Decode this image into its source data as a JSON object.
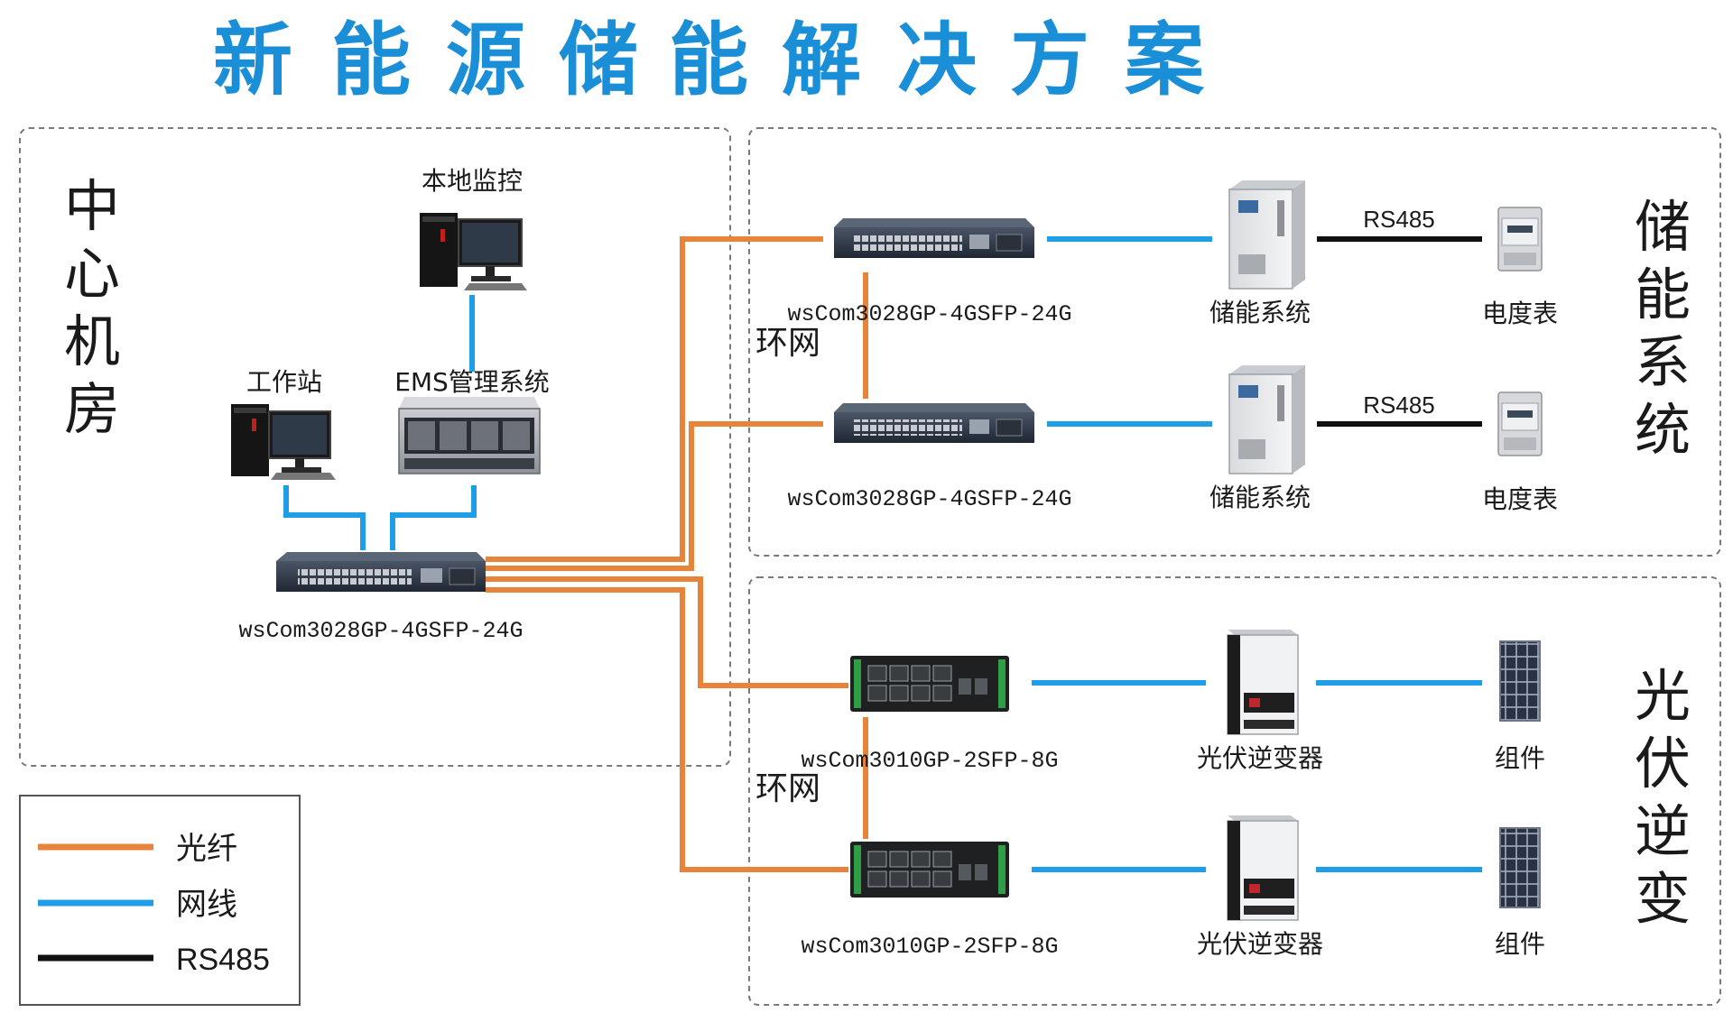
{
  "title": [
    "新",
    "能",
    "源",
    "储",
    "能",
    "解",
    "决",
    "方",
    "案"
  ],
  "colors": {
    "title": "#1a8fd8",
    "fiber": "#e8833a",
    "ethernet": "#1f9ee8",
    "rs485": "#111111",
    "border": "#777777"
  },
  "center_room": {
    "label": [
      "中",
      "心",
      "机",
      "房"
    ],
    "local_monitor": "本地监控",
    "workstation": "工作站",
    "ems": "EMS管理系统",
    "core_switch_model": "wsCom3028GP-4GSFP-24G"
  },
  "storage_system": {
    "label": [
      "储",
      "能",
      "系",
      "统"
    ],
    "ring": "环网",
    "rows": [
      {
        "switch_model": "wsCom3028GP-4GSFP-24G",
        "device": "储能系统",
        "link": "RS485",
        "meter": "电度表"
      },
      {
        "switch_model": "wsCom3028GP-4GSFP-24G",
        "device": "储能系统",
        "link": "RS485",
        "meter": "电度表"
      }
    ]
  },
  "pv_inverter": {
    "label": [
      "光",
      "伏",
      "逆",
      "变"
    ],
    "ring": "环网",
    "rows": [
      {
        "switch_model": "wsCom3010GP-2SFP-8G",
        "device": "光伏逆变器",
        "module": "组件"
      },
      {
        "switch_model": "wsCom3010GP-2SFP-8G",
        "device": "光伏逆变器",
        "module": "组件"
      }
    ]
  },
  "legend": {
    "items": [
      {
        "label": "光纤",
        "color": "#e8833a"
      },
      {
        "label": "网线",
        "color": "#1f9ee8"
      },
      {
        "label": "RS485",
        "color": "#111111"
      }
    ]
  }
}
